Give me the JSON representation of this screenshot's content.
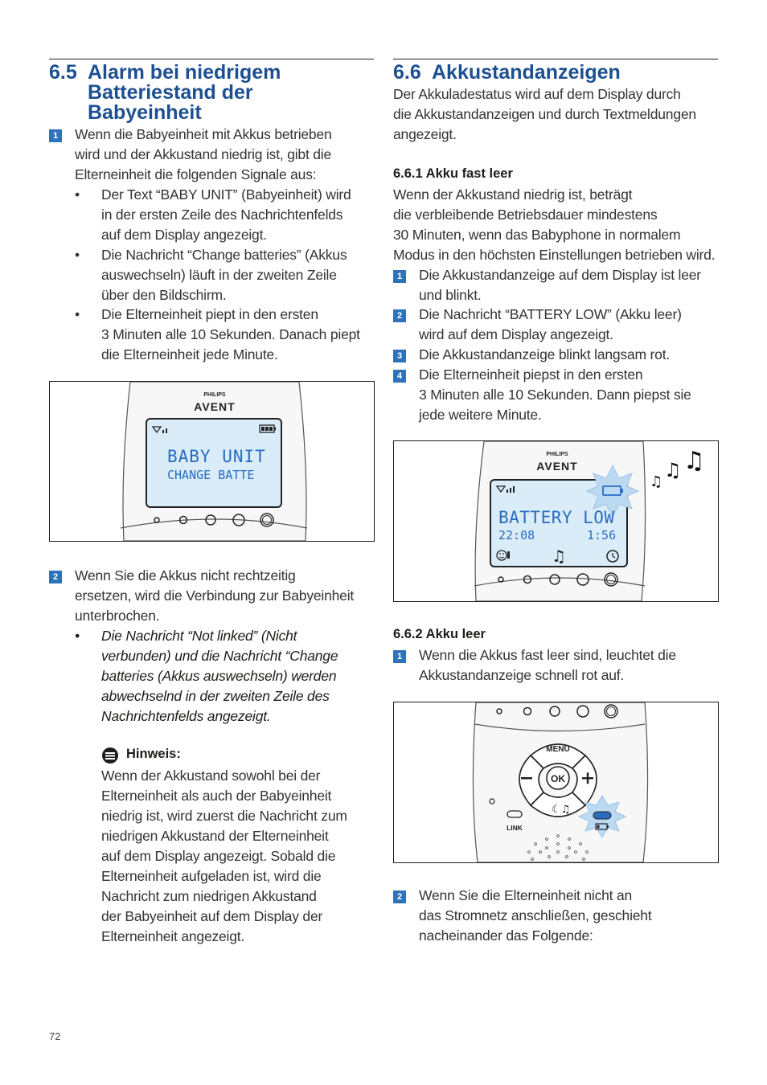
{
  "left": {
    "heading_num": "6.5",
    "heading_lines": [
      "Alarm bei niedrigem",
      "Batteriestand der",
      "Babyeinheit"
    ],
    "step1_badge": "1",
    "step1_lines": [
      "Wenn die Babyeinheit mit Akkus betrieben",
      "wird und der Akkustand niedrig ist, gibt die",
      "Elterneinheit die folgenden Signale aus:"
    ],
    "bullets1": [
      {
        "lines": [
          "Der Text “BABY UNIT” (Babyeinheit) wird",
          "in der ersten Zeile des Nachrichtenfelds",
          "auf dem Display angezeigt."
        ]
      },
      {
        "lines": [
          "Die Nachricht “Change batteries” (Akkus",
          "auswechseln) läuft in der zweiten Zeile",
          "über den Bildschirm."
        ]
      },
      {
        "lines": [
          "Die Elterneinheit piept in den ersten",
          "3 Minuten alle 10 Sekunden. Danach piept",
          "die Elterneinheit jede Minute."
        ]
      }
    ],
    "fig1": {
      "brand_top": "PHILIPS",
      "brand": "AVENT",
      "line1": "BABY UNIT",
      "line2": "CHANGE BATTE"
    },
    "step2_badge": "2",
    "step2_lines": [
      "Wenn Sie die Akkus nicht rechtzeitig",
      "ersetzen, wird die Verbindung zur Babyeinheit",
      "unterbrochen."
    ],
    "bullet2_lines": [
      "Die Nachricht “Not linked” (Nicht",
      "verbunden) und die Nachricht “Change",
      "batteries (Akkus auswechseln) werden",
      "abwechselnd in der zweiten Zeile des",
      "Nachrichtenfelds angezeigt."
    ],
    "note_title": "Hinweis:",
    "note_lines": [
      "Wenn der Akkustand sowohl bei der",
      "Elterneinheit als auch der Babyeinheit",
      "niedrig ist, wird zuerst die Nachricht zum",
      "niedrigen Akkustand der Elterneinheit",
      "auf dem Display angezeigt. Sobald die",
      "Elterneinheit aufgeladen ist, wird die",
      "Nachricht zum niedrigen Akkustand",
      "der Babyeinheit auf dem Display der",
      "Elterneinheit angezeigt."
    ]
  },
  "right": {
    "heading_num": "6.6",
    "heading": "Akkustandanzeigen",
    "intro_lines": [
      "Der Akkuladestatus wird auf dem Display durch",
      "die Akkustandanzeigen und durch Textmeldungen",
      "angezeigt."
    ],
    "sub1": "6.6.1 Akku fast leer",
    "sub1_lines": [
      "Wenn der Akkustand niedrig ist, beträgt",
      "die verbleibende Betriebsdauer mindestens",
      "30 Minuten, wenn das Babyphone in normalem",
      "Modus in den höchsten Einstellungen betrieben wird."
    ],
    "steps": [
      {
        "n": "1",
        "lines": [
          "Die Akkustandanzeige auf dem Display ist leer",
          "und blinkt."
        ]
      },
      {
        "n": "2",
        "lines": [
          "Die Nachricht “BATTERY LOW” (Akku leer)",
          "wird auf dem Display angezeigt."
        ]
      },
      {
        "n": "3",
        "lines": [
          "Die Akkustandanzeige blinkt langsam rot."
        ]
      },
      {
        "n": "4",
        "lines": [
          "Die Elterneinheit piepst in den ersten",
          "3 Minuten alle 10 Sekunden. Dann piepst sie",
          "jede weitere Minute."
        ]
      }
    ],
    "fig2": {
      "brand_top": "PHILIPS",
      "brand": "AVENT",
      "line1": "BATTERY LOW",
      "time1": "22:08",
      "time2": "1:56"
    },
    "sub2": "6.6.2 Akku leer",
    "sub2_step": {
      "n": "1",
      "lines": [
        "Wenn die Akkus fast leer sind, leuchtet die",
        "Akkustandanzeige schnell rot auf."
      ]
    },
    "fig3": {
      "menu": "MENU",
      "ok": "OK",
      "link": "LINK"
    },
    "step_last": {
      "n": "2",
      "lines": [
        "Wenn Sie die Elterneinheit nicht an",
        "das Stromnetz anschließen, geschieht",
        "nacheinander das Folgende:"
      ]
    }
  },
  "page_number": "72",
  "colors": {
    "heading": "#1d4f91",
    "badge": "#2e73b8",
    "lcd": "#d7e9f5",
    "lcd_text": "#1f6fc0"
  }
}
